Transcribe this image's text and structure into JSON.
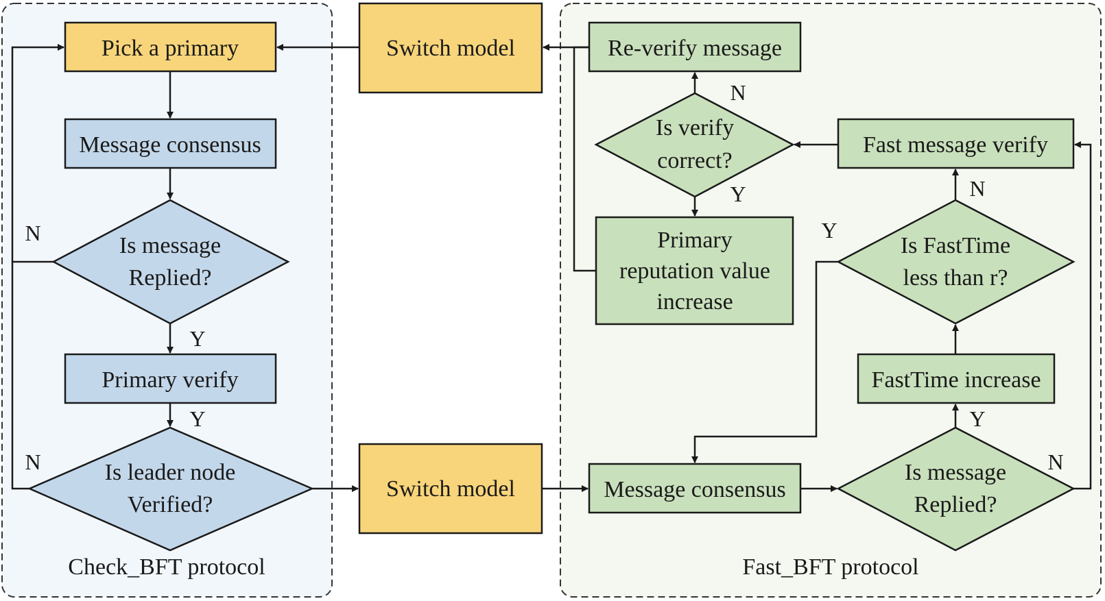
{
  "colors": {
    "yellow": "#f8d57a",
    "blue": "#c3d7ea",
    "green": "#c9e0bc",
    "left_bg": "#f2f7fc",
    "right_bg": "#f5f8f1"
  },
  "left": {
    "title": "Check_BFT protocol",
    "pick_primary": "Pick a primary",
    "message_consensus": "Message consensus",
    "is_message_replied": [
      "Is message",
      "Replied?"
    ],
    "primary_verify": "Primary verify",
    "is_leader_verified": [
      "Is leader node",
      "Verified?"
    ]
  },
  "middle": {
    "switch_top": "Switch model",
    "switch_bottom": "Switch model"
  },
  "right": {
    "title": "Fast_BFT protocol",
    "reverify": "Re-verify message",
    "is_verify_correct": [
      "Is verify",
      "correct?"
    ],
    "primary_reputation": [
      "Primary",
      "reputation value",
      "increase"
    ],
    "fast_message_verify": "Fast message verify",
    "is_fasttime_less": [
      "Is FastTime",
      "less than r?"
    ],
    "fasttime_increase": "FastTime increase",
    "message_consensus": "Message consensus",
    "is_message_replied": [
      "Is message",
      "Replied?"
    ]
  },
  "edge_labels": {
    "n": "N",
    "y": "Y"
  }
}
